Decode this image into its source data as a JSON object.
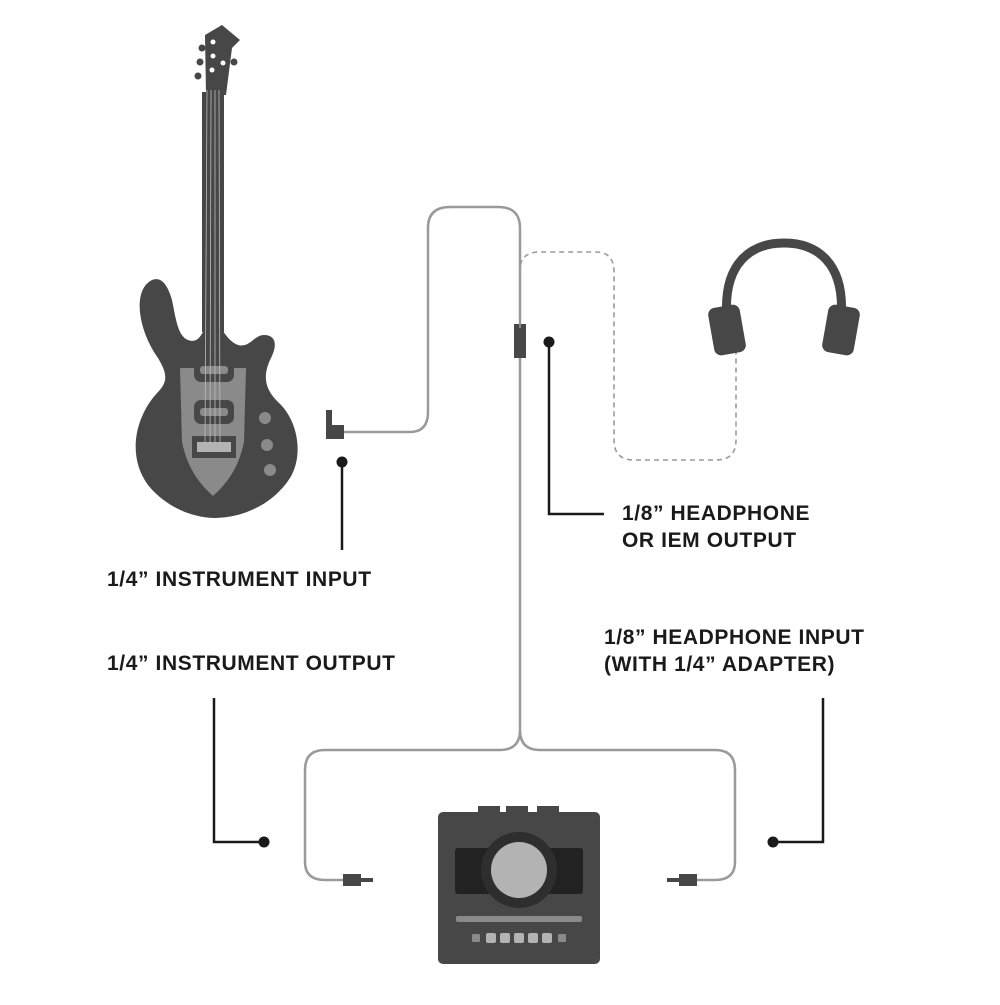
{
  "labels": {
    "instrument_input": "1/4” INSTRUMENT INPUT",
    "instrument_output": "1/4” INSTRUMENT OUTPUT",
    "headphone_output_line1": "1/8” HEADPHONE",
    "headphone_output_line2": "OR IEM OUTPUT",
    "headphone_input_line1": "1/8” HEADPHONE INPUT",
    "headphone_input_line2": "(WITH 1/4” ADAPTER)"
  },
  "colors": {
    "dark": "#474747",
    "mid": "#8a8a8a",
    "light": "#b3b3b3",
    "cable": "#9a9a9a",
    "leader": "#1a1a1a"
  }
}
